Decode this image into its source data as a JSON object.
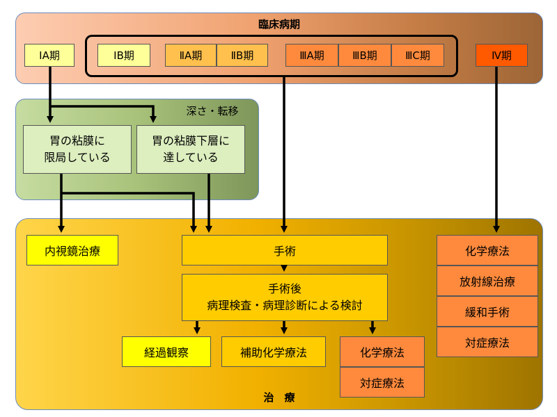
{
  "stages_title": "臨床病期",
  "stages": {
    "ia": "ⅠA期",
    "ib": "ⅠB期",
    "iia": "ⅡA期",
    "iib": "ⅡB期",
    "iiia": "ⅢA期",
    "iiib": "ⅢB期",
    "iiic": "ⅢC期",
    "iv": "Ⅳ期"
  },
  "depth": {
    "title": "深さ・転移",
    "mucosa": "胃の粘膜に\n限局している",
    "submucosa": "胃の粘膜下層に\n達している"
  },
  "treatment": {
    "title": "治　療",
    "endoscopic": "内視鏡治療",
    "surgery": "手術",
    "post_surgery": "手術後\n病理検査・病理診断による検討",
    "observation": "経過観察",
    "adjuvant": "補助化学療法",
    "chemo_a": "化学療法",
    "symptomatic_a": "対症療法",
    "stage4_chemo": "化学療法",
    "stage4_radiation": "放射線治療",
    "stage4_palliative": "緩和手術",
    "stage4_symptomatic": "対症療法"
  },
  "colors": {
    "stage_light": "#ffff99",
    "stage_mid": "#ffc04d",
    "stage_orange": "#ff8a3d",
    "stage_iv": "#ff5a00",
    "depth_box": "#ddeebf",
    "treatment_yellow": "#ffff00",
    "treatment_gold": "#ffcc00",
    "treatment_orange": "#ff8a3d"
  }
}
